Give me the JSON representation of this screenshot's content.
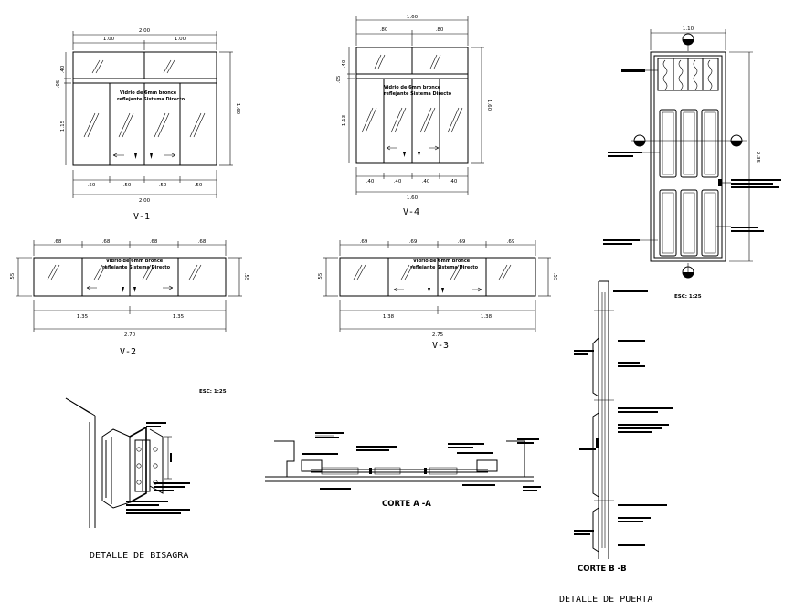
{
  "drawing": {
    "v1": {
      "label": "V-1",
      "total_top": "2.00",
      "half_left": "1.00",
      "half_right": "1.00",
      "side_top": ".40",
      "side_mid": ".05",
      "side_bottom": "1.15",
      "height_right": "1.60",
      "panels_bottom": [
        ".50",
        ".50",
        ".50",
        ".50"
      ],
      "total_bottom": "2.00",
      "glass_note_1": "Vidrio de 6mm bronce",
      "glass_note_2": "reflejante Sistema Directo"
    },
    "v4": {
      "label": "V-4",
      "total_top": "1.60",
      "half_left": ".80",
      "half_right": ".80",
      "side_top": ".40",
      "side_mid": ".05",
      "side_bottom": "1.13",
      "height_right": "1.60",
      "panels_bottom": [
        ".40",
        ".40",
        ".40",
        ".40"
      ],
      "total_bottom": "1.60",
      "glass_note_1": "Vidrio de 6mm bronce",
      "glass_note_2": "reflejante Sistema Directo"
    },
    "v2": {
      "label": "V-2",
      "panels_top": [
        ".68",
        ".68",
        ".68",
        ".68"
      ],
      "side_left": ".55",
      "side_right": ".55",
      "half_left": "1.35",
      "half_right": "1.35",
      "total": "2.70",
      "glass_note_1": "Vidrio de 6mm bronce",
      "glass_note_2": "reflejante Sistema Directo"
    },
    "v3": {
      "label": "V-3",
      "panels_top": [
        ".69",
        ".69",
        ".69",
        ".69"
      ],
      "side_left": ".55",
      "side_right": ".55",
      "half_left": "1.38",
      "half_right": "1.38",
      "total": "2.75",
      "glass_note_1": "Vidrio de 6mm bronce",
      "glass_note_2": "reflejante Sistema Directo"
    },
    "door": {
      "width": "1.10",
      "height": "2.35",
      "scale": "ESC: 1:25"
    },
    "hinge": {
      "scale": "ESC: 1:25",
      "caption": "DETALLE DE BISAGRA"
    },
    "section_aa": "CORTE A -A",
    "section_bb": "CORTE B -B",
    "door_detail_caption": "DETALLE DE PUERTA"
  }
}
